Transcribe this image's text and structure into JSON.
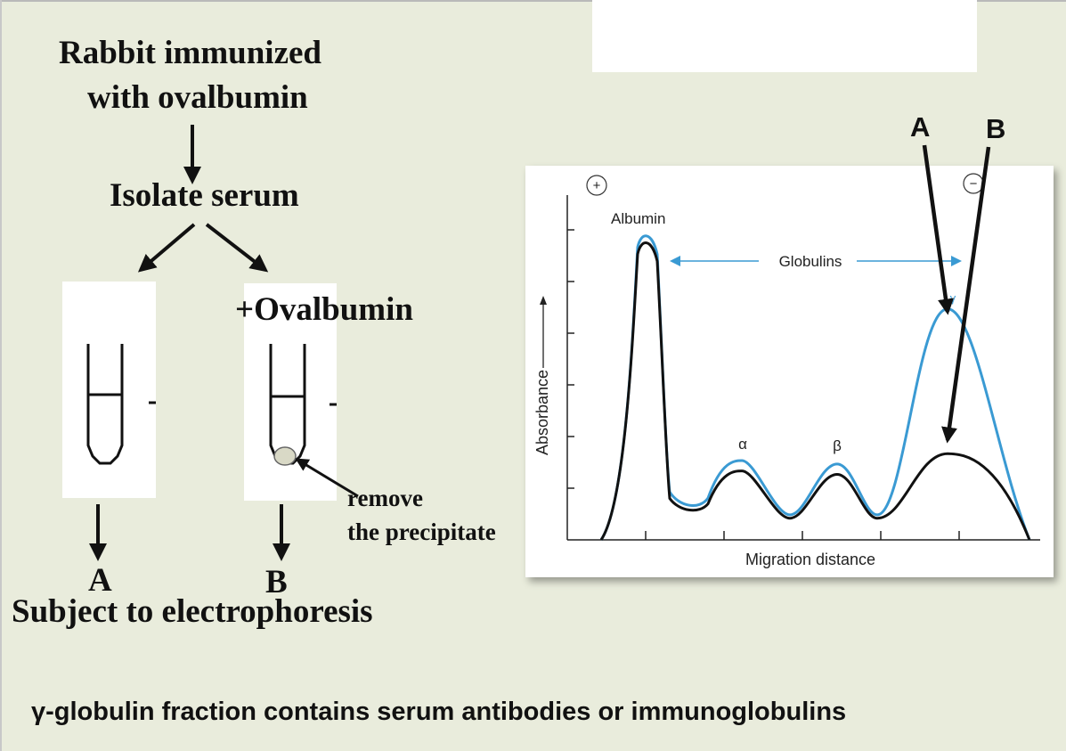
{
  "flow": {
    "title_line1": "Rabbit immunized",
    "title_line2": "with ovalbumin",
    "isolate": "Isolate serum",
    "ovalbumin": "+Ovalbumin",
    "remove_line1": "remove",
    "remove_line2": "the precipitate",
    "label_a": "A",
    "label_b": "B",
    "subject": "Subject to electrophoresis"
  },
  "chart_data": {
    "type": "line",
    "xlabel": "Migration distance",
    "ylabel": "Absorbance",
    "electrode_plus": "+",
    "electrode_minus": "−",
    "peak_labels": [
      "Albumin",
      "α",
      "β",
      "γ"
    ],
    "bracket_label": "Globulins",
    "series": [
      {
        "name": "A",
        "color": "#3a9ad3",
        "peaks": {
          "albumin": 0.88,
          "alpha": 0.23,
          "beta": 0.22,
          "gamma": 0.67
        }
      },
      {
        "name": "B",
        "color": "#111111",
        "peaks": {
          "albumin": 0.86,
          "alpha": 0.2,
          "beta": 0.19,
          "gamma": 0.25
        }
      }
    ],
    "pointer_labels": [
      "A",
      "B"
    ]
  },
  "caption": "γ-globulin fraction contains serum antibodies or immunoglobulins",
  "colors": {
    "background": "#e9ecdc",
    "curve_blue": "#3a9ad3",
    "curve_black": "#111111"
  }
}
